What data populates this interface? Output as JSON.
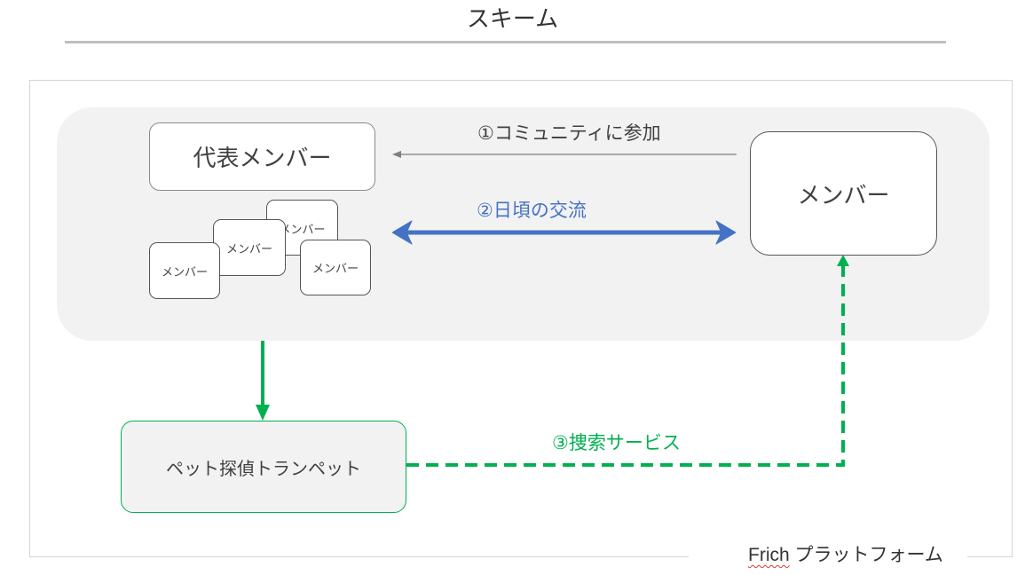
{
  "title": "スキーム",
  "representative_member": "代表メンバー",
  "member": "メンバー",
  "mini_members": [
    "メンバー",
    "メンバー",
    "メンバー",
    "メンバー"
  ],
  "service": "ペット探偵トランペット",
  "flows": {
    "join": "①コミュニティに参加",
    "daily": "②日頃の交流",
    "search": "③捜索サービス"
  },
  "platform": {
    "name": "Frich",
    "suffix": " プラットフォーム"
  },
  "colors": {
    "daily_arrow": "#4472c4",
    "search_arrow": "#00b050",
    "join_arrow": "#808080",
    "community_bg": "#f2f2f2"
  }
}
